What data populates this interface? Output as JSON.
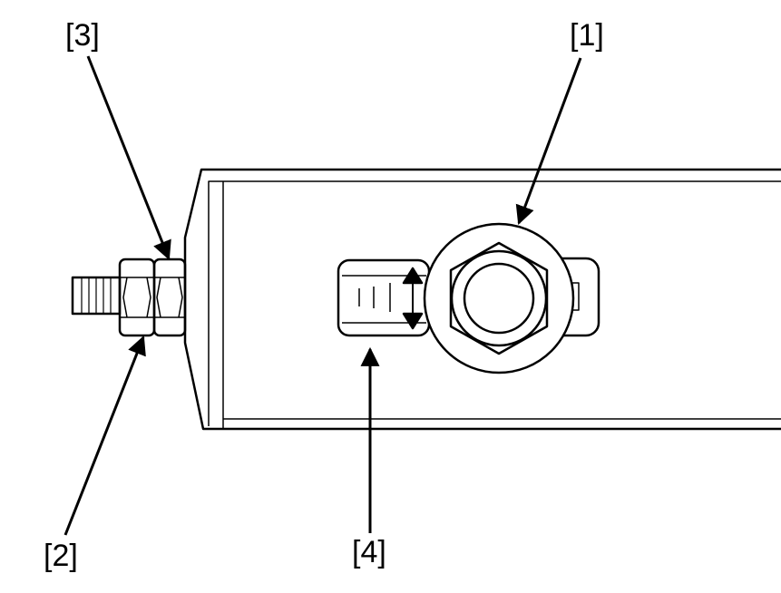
{
  "callouts": [
    {
      "id": "1",
      "text": "[1]"
    },
    {
      "id": "2",
      "text": "[2]"
    },
    {
      "id": "3",
      "text": "[3]"
    },
    {
      "id": "4",
      "text": "[4]"
    }
  ],
  "colors": {
    "line": "#000000",
    "background": "#ffffff"
  }
}
